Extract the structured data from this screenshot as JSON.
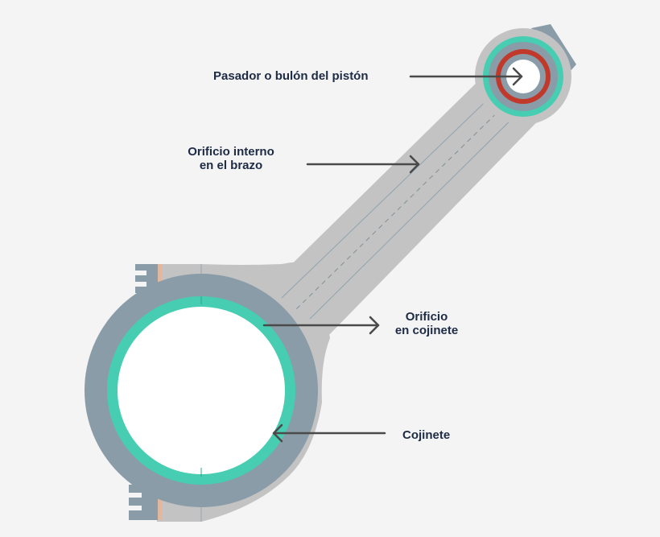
{
  "labels": {
    "piston_pin": "Pasador o bulón del pistón",
    "arm_hole_line1": "Orificio interno",
    "arm_hole_line2": "en el brazo",
    "bearing_hole_line1": "Orificio",
    "bearing_hole_line2": "en cojinete",
    "bearing": "Cojinete"
  },
  "colors": {
    "background": "#f4f4f4",
    "rod_body": "#c3c3c3",
    "big_end_ring": "#8a9ca8",
    "bearing": "#47cdb1",
    "pin_ring": "#c0392b",
    "pin": "#8a9ca8",
    "arrow": "#4a4a4a",
    "text": "#1d2b45"
  }
}
